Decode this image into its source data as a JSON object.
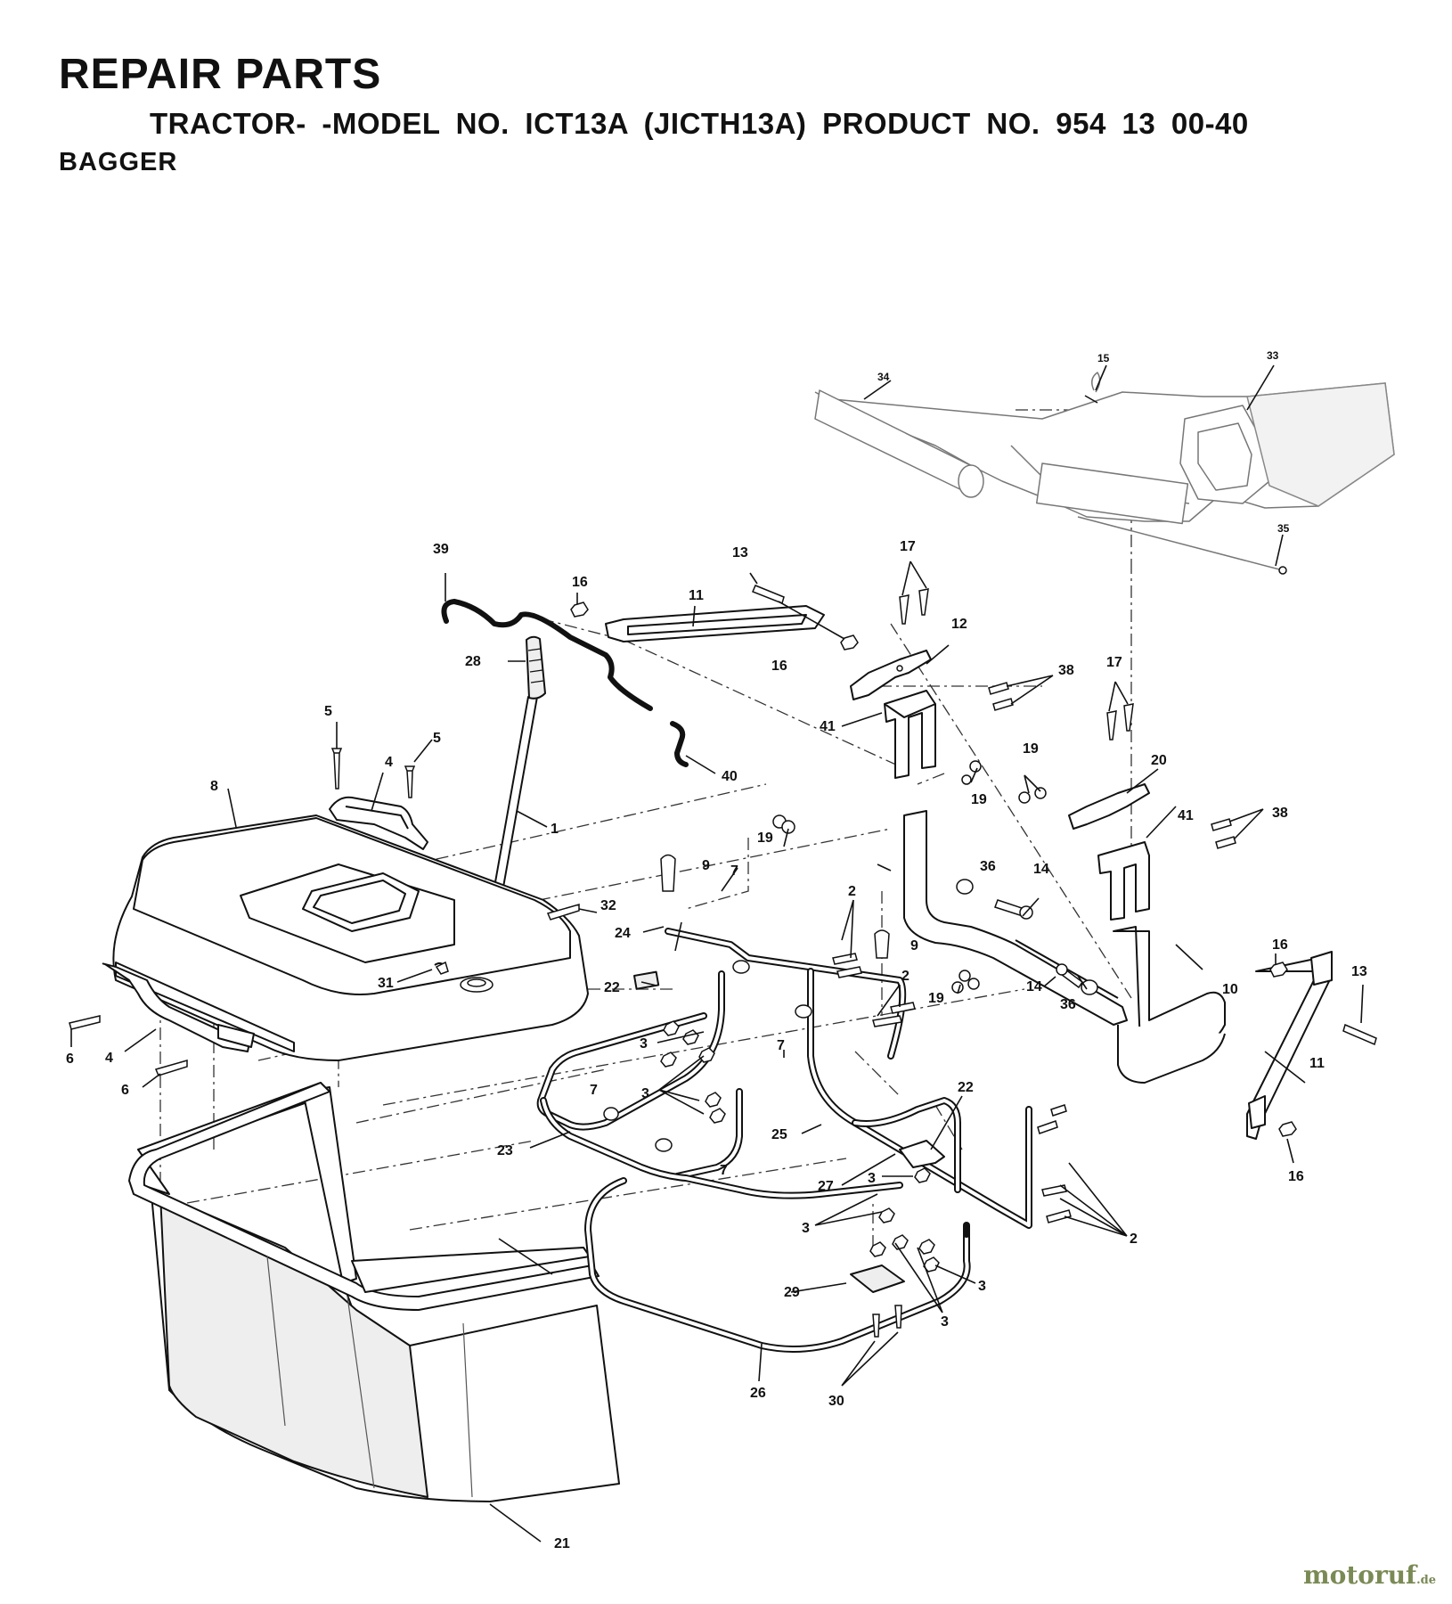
{
  "header": {
    "title": "REPAIR PARTS",
    "subtitle": "TRACTOR- -MODEL NO. ICT13A (JICTH13A) PRODUCT NO. 954 13 00-40",
    "section": "BAGGER"
  },
  "callouts": {
    "c1": "1",
    "c2a": "2",
    "c2b": "2",
    "c2c": "2",
    "c3a": "3",
    "c3b": "3",
    "c3c": "3",
    "c3d": "3",
    "c3e": "3",
    "c3f": "3",
    "c4a": "4",
    "c4b": "4",
    "c5a": "5",
    "c5b": "5",
    "c6a": "6",
    "c6b": "6",
    "c7a": "7",
    "c7b": "7",
    "c7c": "7",
    "c7d": "7",
    "c8": "8",
    "c9a": "9",
    "c9b": "9",
    "c10": "10",
    "c11a": "11",
    "c11b": "11",
    "c12": "12",
    "c13a": "13",
    "c13b": "13",
    "c14a": "14",
    "c14b": "14",
    "c15": "15",
    "c16a": "16",
    "c16b": "16",
    "c16c": "16",
    "c16d": "16",
    "c17a": "17",
    "c17b": "17",
    "c19a": "19",
    "c19b": "19",
    "c19c": "19",
    "c19d": "19",
    "c20": "20",
    "c21": "21",
    "c22a": "22",
    "c22b": "22",
    "c23": "23",
    "c24": "24",
    "c25": "25",
    "c26": "26",
    "c27": "27",
    "c28": "28",
    "c29": "29",
    "c30": "30",
    "c31": "31",
    "c32": "32",
    "c33": "33",
    "c34": "34",
    "c35": "35",
    "c36a": "36",
    "c36b": "36",
    "c38a": "38",
    "c38b": "38",
    "c39": "39",
    "c40": "40",
    "c41a": "41",
    "c41b": "41"
  },
  "watermark": {
    "name": "motoruf",
    "tld": ".de",
    "color": "#7a8a55"
  }
}
